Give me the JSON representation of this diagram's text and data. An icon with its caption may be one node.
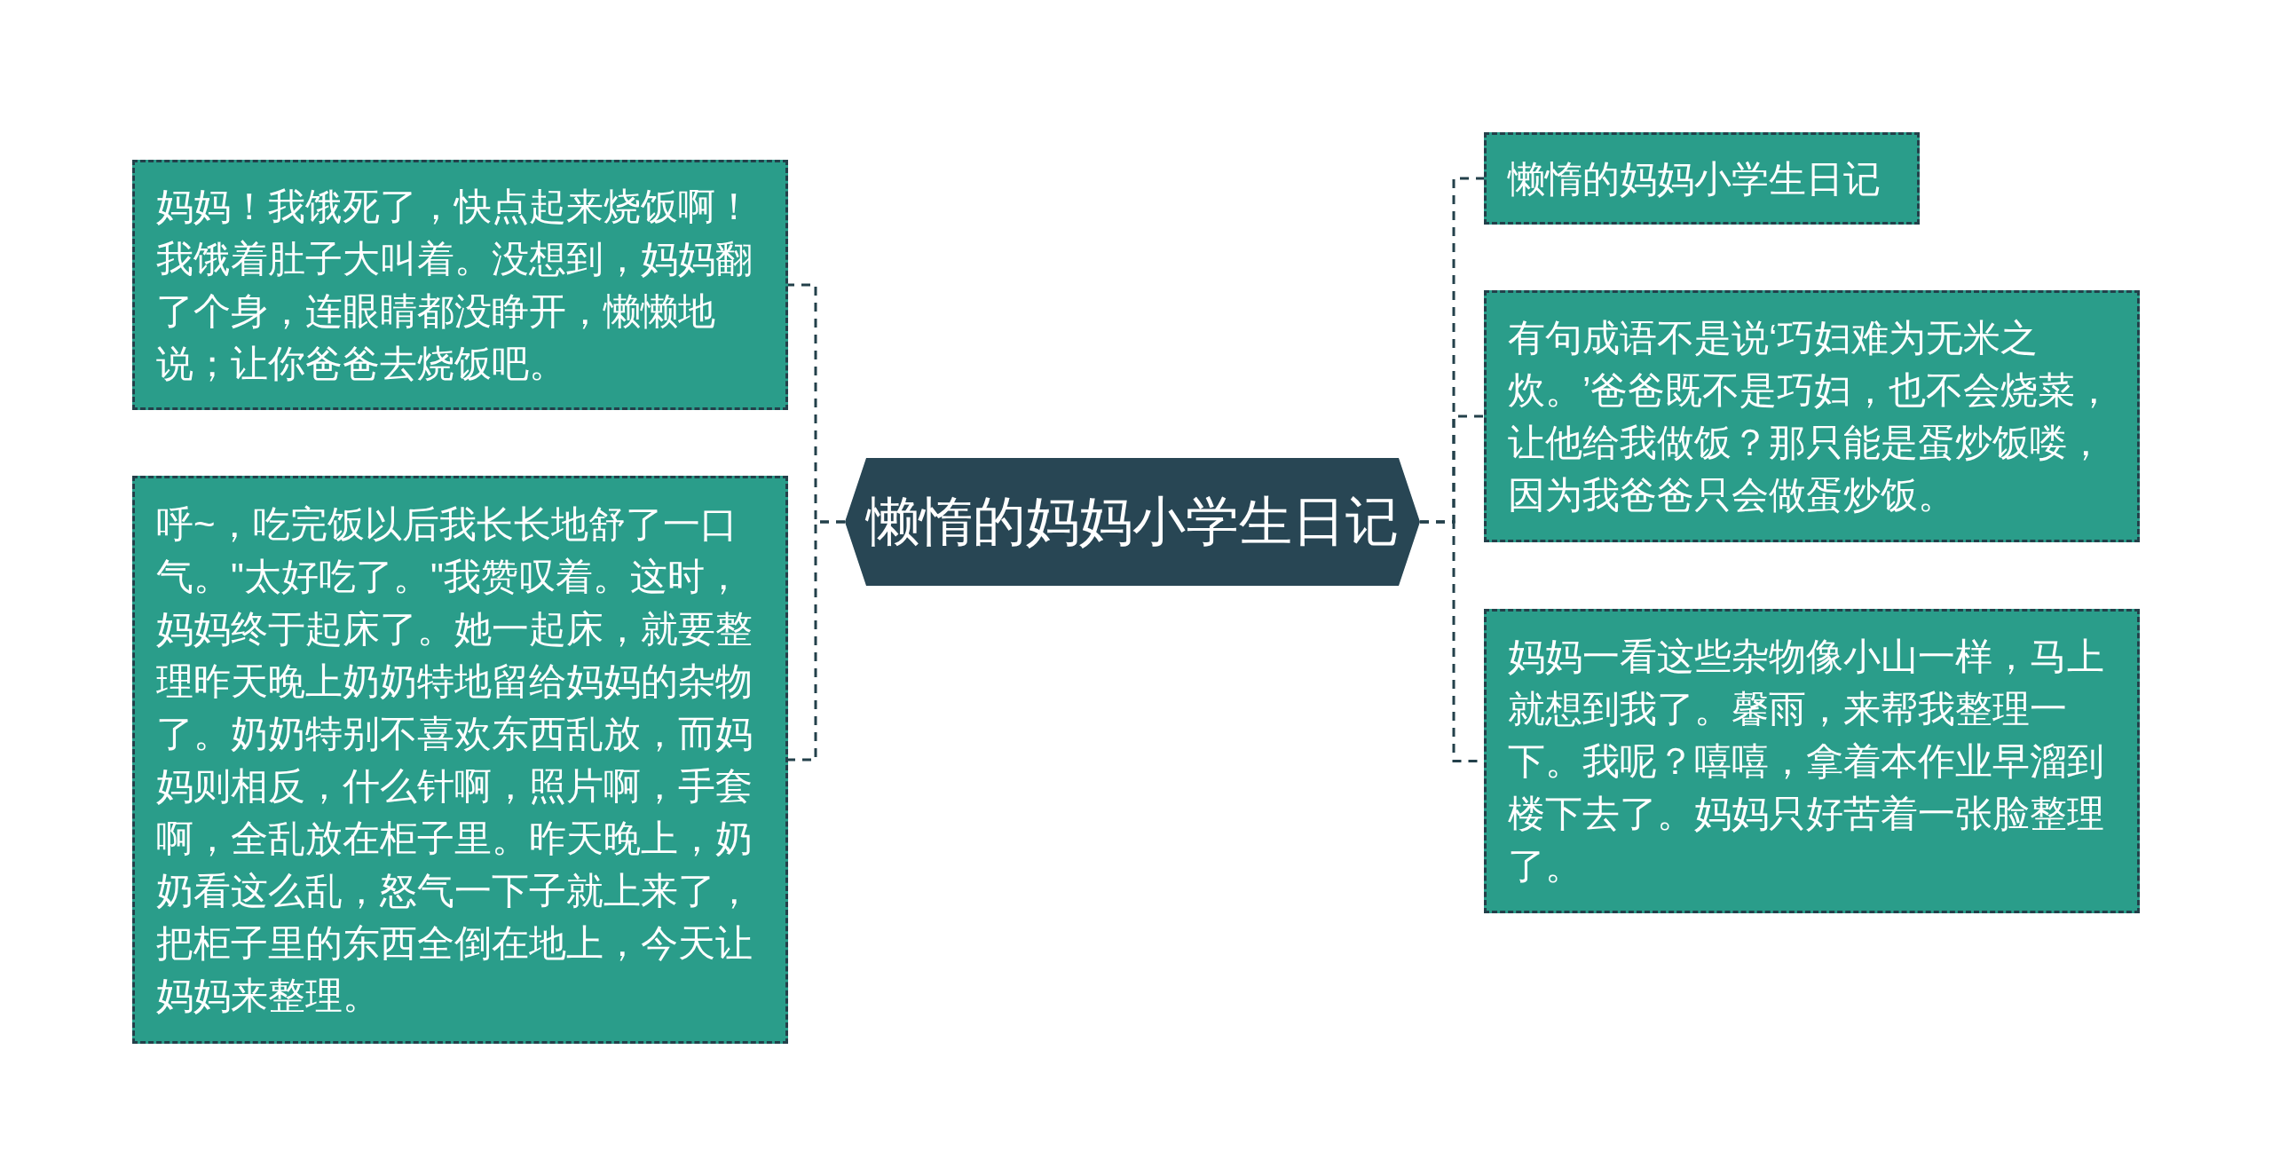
{
  "diagram": {
    "nodes": [
      {
        "text": [
          "懒惰的妈妈小学生日记"
        ]
      },
      {
        "text": [
          "妈妈！我饿死了，快点起来烧饭啊！我饿着肚子大叫着。没想到，妈妈翻了个身，连眼睛都没睁开，懒懒地说；让你爸爸去烧饭吧。"
        ]
      },
      {
        "text": [
          "呼~，吃完饭以后我长长地舒了一口气。\"太好吃了。\"我赞叹着。这时，妈妈终于起床了。她一起床，就要整理昨天晚上奶奶特地留给妈妈的杂物了。奶奶特别不喜欢东西乱放，而妈妈则相反，什么针啊，照片啊，手套啊，全乱放在柜子里。昨天晚上，奶奶看这么乱，怒气一下子就上来了，把柜子里的东西全倒在地上，今天让妈妈来整理。"
        ]
      },
      {
        "text": [
          "懒惰的妈妈小学生日记"
        ]
      },
      {
        "text": [
          "有句成语不是说‘巧妇难为无米之炊。’爸爸既不是巧妇，也不会烧菜，让他给我做饭？那只能是蛋炒饭喽，因为我爸爸只会做蛋炒饭。"
        ]
      },
      {
        "text": [
          "妈妈一看这些杂物像小山一样，马上就想到我了。馨雨，来帮我整理一下。我呢？嘻嘻，拿着本作业早溜到楼下去了。妈妈只好苦着一张脸整理了。"
        ]
      }
    ],
    "edges": [
      {
        "from": 0,
        "to": 1,
        "arrow": "none",
        "style": "dashed"
      },
      {
        "from": 0,
        "to": 2,
        "arrow": "none",
        "style": "dashed"
      },
      {
        "from": 0,
        "to": 3,
        "arrow": "none",
        "style": "dashed"
      },
      {
        "from": 0,
        "to": 4,
        "arrow": "none",
        "style": "dashed"
      },
      {
        "from": 0,
        "to": 5,
        "arrow": "none",
        "style": "dashed"
      }
    ]
  }
}
